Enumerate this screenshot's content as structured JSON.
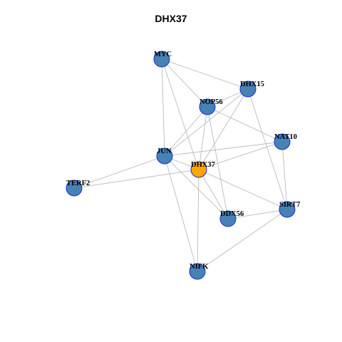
{
  "title": "DHX37",
  "colors": {
    "node_default": "#4682b4",
    "node_focus": "#ffa500",
    "node_border": "#1c2fd6",
    "edge": "#b4b4b4"
  },
  "nodes": [
    {
      "id": "MYC",
      "label": "MYC",
      "focus": false
    },
    {
      "id": "DHX15",
      "label": "DHX15",
      "focus": false
    },
    {
      "id": "NOP56",
      "label": "NOP56",
      "focus": false
    },
    {
      "id": "NAT10",
      "label": "NAT10",
      "focus": false
    },
    {
      "id": "JUN",
      "label": "JUN",
      "focus": false
    },
    {
      "id": "DHX37",
      "label": "DHX37",
      "focus": true
    },
    {
      "id": "TERF2",
      "label": "TERF2",
      "focus": false
    },
    {
      "id": "SIRT7",
      "label": "SIRT7",
      "focus": false
    },
    {
      "id": "DDX56",
      "label": "DDX56",
      "focus": false
    },
    {
      "id": "NIFK",
      "label": "NIFK",
      "focus": false
    }
  ],
  "edges": [
    [
      "MYC",
      "DHX15"
    ],
    [
      "MYC",
      "NOP56"
    ],
    [
      "MYC",
      "JUN"
    ],
    [
      "MYC",
      "DHX37"
    ],
    [
      "DHX15",
      "NOP56"
    ],
    [
      "DHX15",
      "JUN"
    ],
    [
      "DHX15",
      "DHX37"
    ],
    [
      "DHX15",
      "SIRT7"
    ],
    [
      "NOP56",
      "NAT10"
    ],
    [
      "NOP56",
      "JUN"
    ],
    [
      "NOP56",
      "DHX37"
    ],
    [
      "NOP56",
      "DDX56"
    ],
    [
      "NAT10",
      "JUN"
    ],
    [
      "NAT10",
      "DHX37"
    ],
    [
      "NAT10",
      "SIRT7"
    ],
    [
      "JUN",
      "TERF2"
    ],
    [
      "JUN",
      "DDX56"
    ],
    [
      "JUN",
      "NIFK"
    ],
    [
      "JUN",
      "DHX37"
    ],
    [
      "DHX37",
      "TERF2"
    ],
    [
      "DHX37",
      "DDX56"
    ],
    [
      "DHX37",
      "SIRT7"
    ],
    [
      "DHX37",
      "NIFK"
    ],
    [
      "SIRT7",
      "DDX56"
    ],
    [
      "SIRT7",
      "NIFK"
    ]
  ]
}
